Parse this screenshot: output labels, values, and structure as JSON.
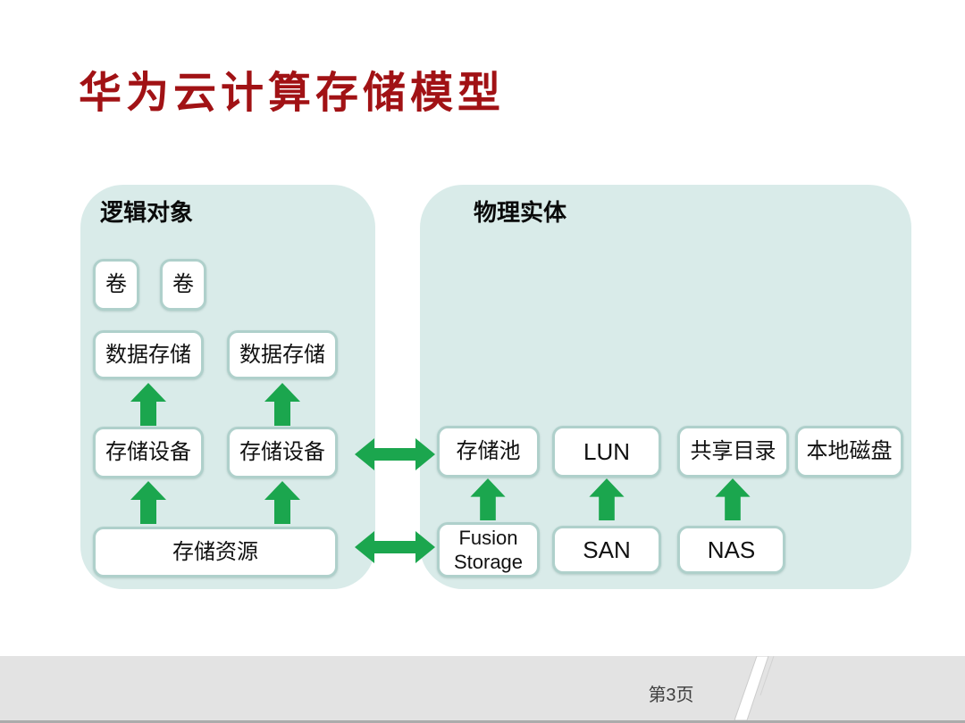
{
  "slide": {
    "title": "华为云计算存储模型",
    "page_number": "第3页"
  },
  "panels": {
    "logical": {
      "title": "逻辑对象",
      "nodes": {
        "volume1": "卷",
        "volume2": "卷",
        "datastore1": "数据存储",
        "datastore2": "数据存储",
        "device1": "存储设备",
        "device2": "存储设备",
        "resource": "存储资源"
      }
    },
    "physical": {
      "title": "物理实体",
      "nodes": {
        "pool": "存储池",
        "lun": "LUN",
        "shared_dir": "共享目录",
        "local_disk": "本地磁盘",
        "fusion_storage": "Fusion Storage",
        "san": "SAN",
        "nas": "NAS"
      }
    }
  },
  "icons": {
    "up_arrow": "up-arrow",
    "double_arrow": "double-headed-arrow",
    "swoosh": "diagonal-swoosh-decoration"
  },
  "colors": {
    "title_red": "#A11215",
    "panel_bg": "#D9EBE9",
    "box_border": "#AFD0CB",
    "arrow_green": "#1BA64E",
    "footer_bg": "#E3E3E3",
    "footer_strip": "#ABABAB"
  }
}
